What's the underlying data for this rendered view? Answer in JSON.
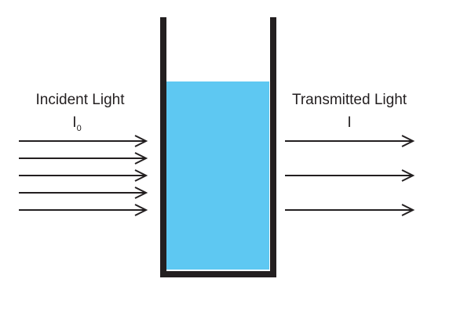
{
  "incident": {
    "label": "Incident Light",
    "symbol": "I",
    "symbol_subscript": "0",
    "ray_count": 5
  },
  "transmitted": {
    "label": "Transmitted Light",
    "symbol": "I",
    "ray_count": 3
  },
  "colors": {
    "liquid": "#5ec8f2",
    "container": "#231f20",
    "arrow": "#231f20",
    "text": "#231f20",
    "background": "#ffffff"
  }
}
